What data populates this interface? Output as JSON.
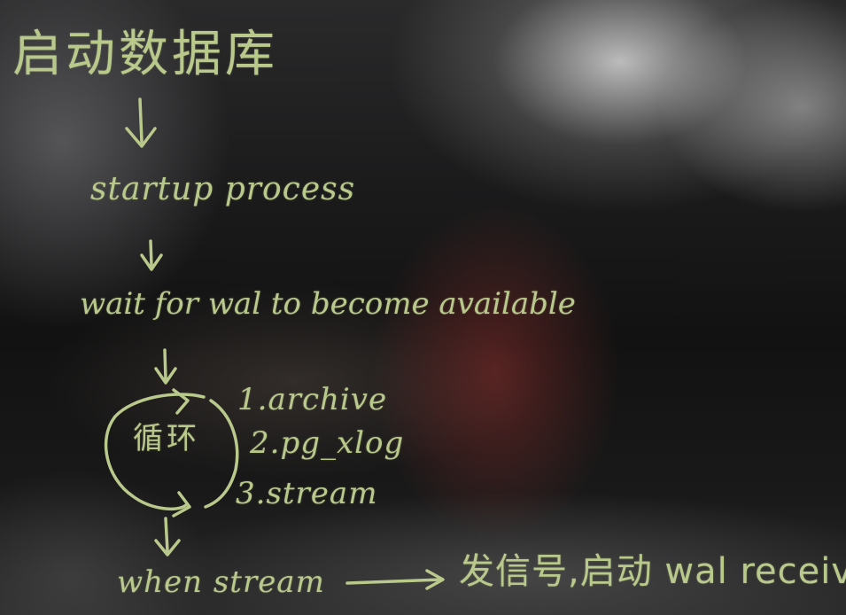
{
  "title": "启动数据库",
  "steps": {
    "step1": "startup process",
    "step2": "wait for wal to become available",
    "loop_label": "循环",
    "loop_sources": [
      "1.archive",
      "2.pg_xlog",
      "3.stream"
    ],
    "condition": "when stream",
    "result": "发信号,启动 wal receiver"
  }
}
